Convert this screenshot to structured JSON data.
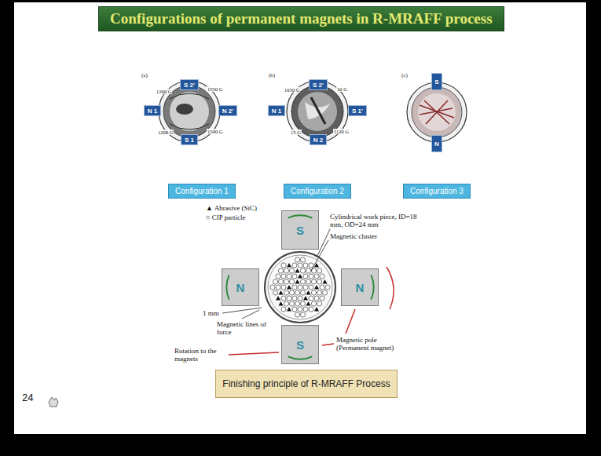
{
  "diagram": {
    "title": "Configurations of permanent magnets in R-MRAFF process",
    "nodes": [
      {
        "text": [
          "S 2'"
        ]
      },
      {
        "text": [
          "N 1"
        ]
      },
      {
        "text": [
          "N 2'"
        ]
      },
      {
        "text": [
          "S 1"
        ]
      },
      {
        "text": [
          "Configuration 1"
        ]
      },
      {
        "text": [
          "S 2'"
        ]
      },
      {
        "text": [
          "N 1"
        ]
      },
      {
        "text": [
          "S 1'"
        ]
      },
      {
        "text": [
          "N 2"
        ]
      },
      {
        "text": [
          "Configuration 2"
        ]
      },
      {
        "text": [
          "S"
        ]
      },
      {
        "text": [
          "N"
        ]
      },
      {
        "text": [
          "Configuration 3"
        ]
      },
      {
        "text": [
          "S"
        ]
      },
      {
        "text": [
          "N"
        ]
      },
      {
        "text": [
          "N"
        ]
      },
      {
        "text": [
          "S"
        ]
      },
      {
        "text": [
          "Finishing principle of R-MRAFF Process"
        ]
      }
    ],
    "labels": [
      "(a)",
      "1200 G",
      "1550 G",
      "1200 G",
      "1540 G",
      "(b)",
      "1050 G",
      "10 G",
      "15 G",
      "1120 G",
      "(c)",
      "▲ Abrasive (SiC)",
      "○ CIP particle",
      "Cylindrical work piece, ID=18 mm, OD=24 mm",
      "Magnetic cluster",
      "1 mm",
      "Magnetic lines of force",
      "Magnetic pole (Permanent magnet)",
      "Rotation to the magnets",
      "24"
    ]
  }
}
